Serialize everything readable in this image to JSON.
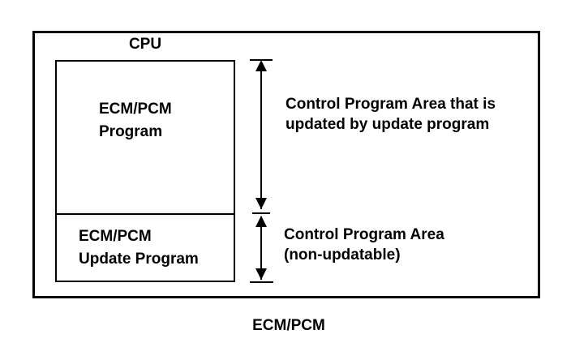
{
  "diagram": {
    "cpu_label": "CPU",
    "sections": {
      "program": "ECM/PCM\nProgram",
      "update_program": "ECM/PCM\nUpdate Program"
    },
    "annotations": {
      "updatable": "Control Program Area that is\nupdated by update program",
      "non_updatable": "Control Program Area\n(non-updatable)"
    },
    "caption": "ECM/PCM",
    "colors": {
      "ink": "#000000",
      "background": "#ffffff"
    }
  }
}
